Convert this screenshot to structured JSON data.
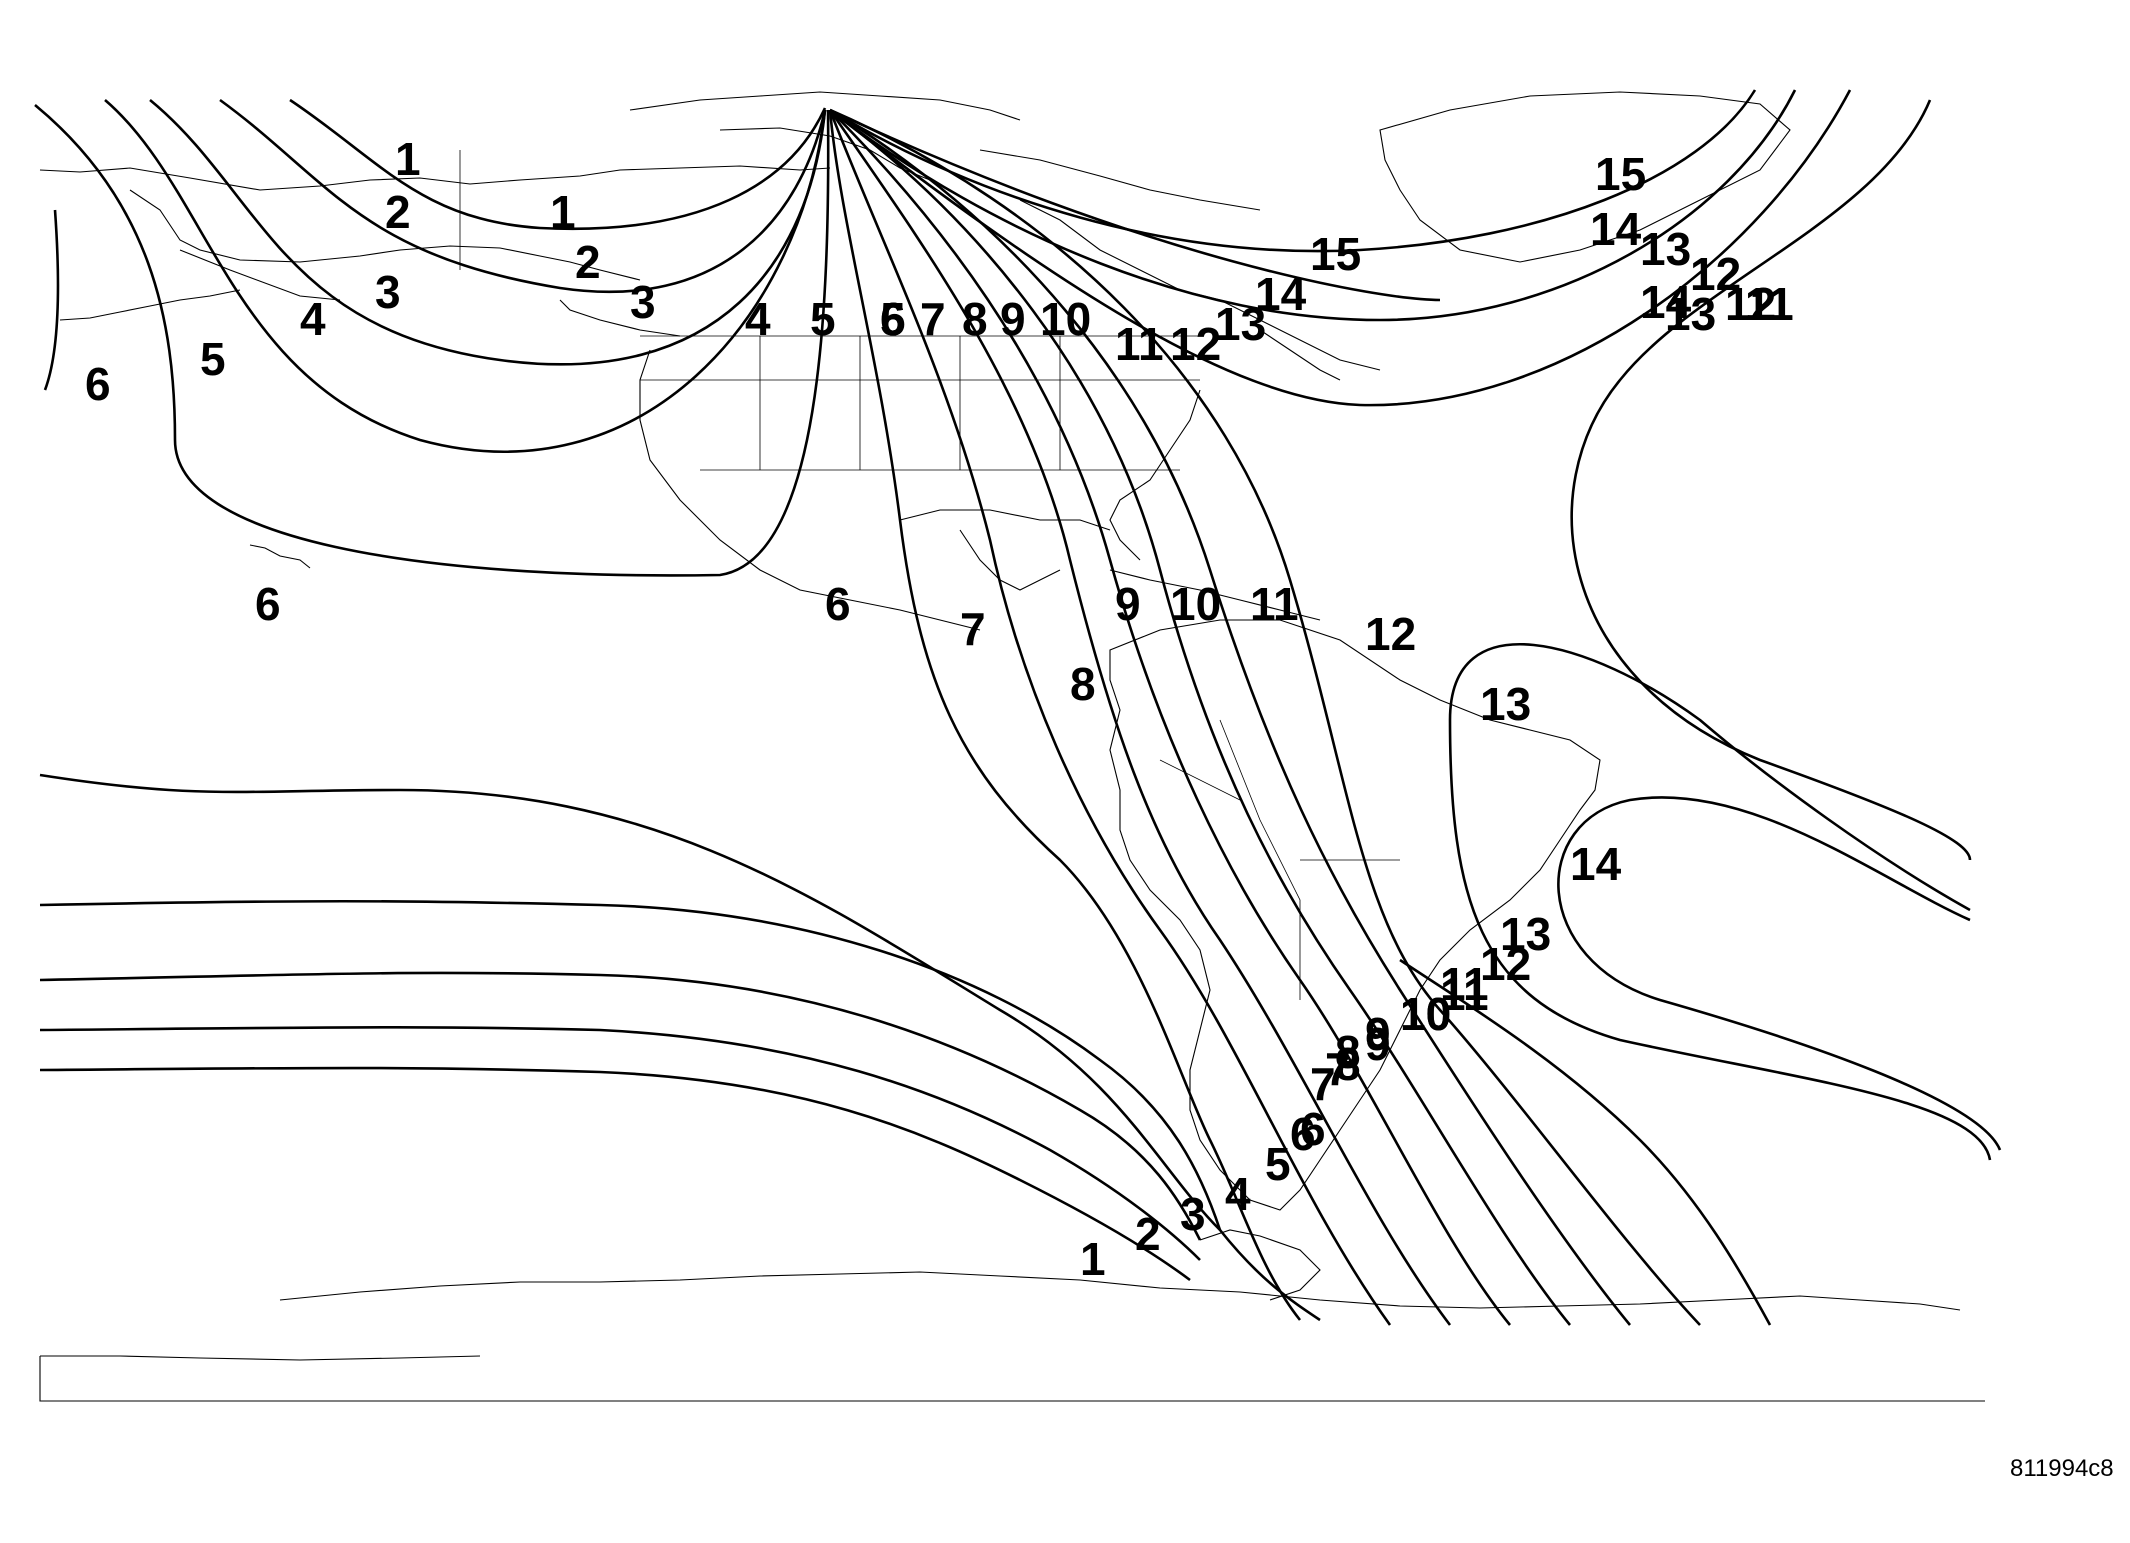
{
  "figure_id": "811994c8",
  "map": {
    "contour_values": [
      1,
      2,
      3,
      4,
      5,
      6,
      7,
      8,
      9,
      10,
      11,
      12,
      13,
      14,
      15
    ],
    "label_text": [
      "1",
      "1",
      "2",
      "2",
      "3",
      "3",
      "4",
      "4",
      "5",
      "5",
      "6",
      "6",
      "6",
      "6",
      "5",
      "6",
      "7",
      "8",
      "9",
      "10",
      "11",
      "12",
      "13",
      "14",
      "15",
      "15",
      "14",
      "13",
      "12",
      "11",
      "11",
      "12",
      "13",
      "14",
      "12",
      "11",
      "10",
      "9",
      "8",
      "7",
      "6",
      "5",
      "4",
      "3",
      "2",
      "1",
      "7",
      "8",
      "9",
      "10",
      "11",
      "12",
      "13",
      "13",
      "14",
      "6",
      "7",
      "8",
      "9",
      "10",
      "11"
    ]
  }
}
